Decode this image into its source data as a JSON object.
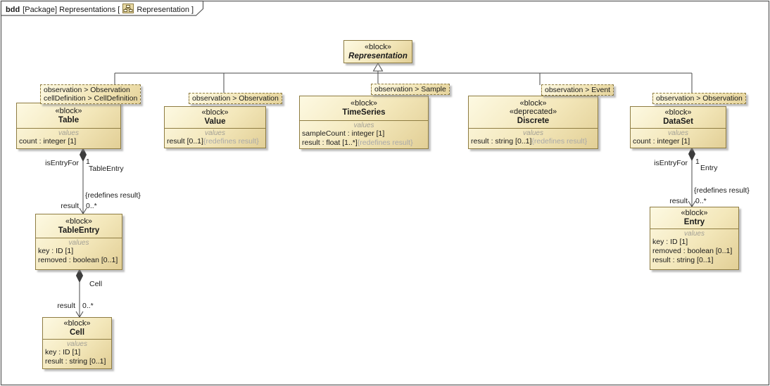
{
  "colors": {
    "block_fill_light": "#fdf9e2",
    "block_fill_dark": "#e2cf96",
    "block_border": "#8e7c42",
    "line": "#4a4a4a",
    "gray_text": "#a9a9a9",
    "frame_border": "#5a5a5a"
  },
  "header": {
    "keyword": "bdd",
    "context": "[Package] Representations [",
    "diagram_name": "Representation",
    "close_bracket": "]"
  },
  "blocks": {
    "representation": {
      "stereotype": "«block»",
      "name": "Representation"
    },
    "table": {
      "tags": [
        "observation > Observation",
        "cellDefinition > CellDefinition"
      ],
      "stereotype": "«block»",
      "name": "Table",
      "values_title": "values",
      "attrs": [
        {
          "text": "count : integer [1]",
          "suffix": ""
        }
      ]
    },
    "value": {
      "tags": [
        "observation > Observation"
      ],
      "stereotype": "«block»",
      "name": "Value",
      "values_title": "values",
      "attrs": [
        {
          "text": "result [0..1]",
          "suffix": "{redefines result}"
        }
      ]
    },
    "timeseries": {
      "tags": [
        "observation > Sample"
      ],
      "stereotype": "«block»",
      "name": "TimeSeries",
      "values_title": "values",
      "attrs": [
        {
          "text": "sampleCount : integer [1]",
          "suffix": ""
        },
        {
          "text": "result : float [1..*]",
          "suffix": "{redefines result}"
        }
      ]
    },
    "discrete": {
      "tags": [
        "observation > Event"
      ],
      "stereotype": "«block»",
      "stereotype2": "«deprecated»",
      "name": "Discrete",
      "values_title": "values",
      "attrs": [
        {
          "text": "result : string [0..1]",
          "suffix": "{redefines result}"
        }
      ]
    },
    "dataset": {
      "tags": [
        "observation > Observation"
      ],
      "stereotype": "«block»",
      "name": "DataSet",
      "values_title": "values",
      "attrs": [
        {
          "text": "count : integer [1]",
          "suffix": ""
        }
      ]
    },
    "tableentry": {
      "stereotype": "«block»",
      "name": "TableEntry",
      "values_title": "values",
      "attrs": [
        {
          "text": "key : ID [1]",
          "suffix": ""
        },
        {
          "text": "removed : boolean [0..1]",
          "suffix": ""
        }
      ]
    },
    "cell": {
      "stereotype": "«block»",
      "name": "Cell",
      "values_title": "values",
      "attrs": [
        {
          "text": "key : ID [1]",
          "suffix": ""
        },
        {
          "text": "result : string [0..1]",
          "suffix": ""
        }
      ]
    },
    "entry": {
      "stereotype": "«block»",
      "name": "Entry",
      "values_title": "values",
      "attrs": [
        {
          "text": "key : ID [1]",
          "suffix": ""
        },
        {
          "text": "removed : boolean [0..1]",
          "suffix": ""
        },
        {
          "text": "result : string [0..1]",
          "suffix": ""
        }
      ]
    }
  },
  "associations": {
    "table_tableentry": {
      "role_source": "isEntryFor",
      "mult_source": "1",
      "name": "TableEntry",
      "constraint": "{redefines result}",
      "role_target": "result",
      "mult_target": "0..*"
    },
    "tableentry_cell": {
      "name": "Cell",
      "role_target": "result",
      "mult_target": "0..*"
    },
    "dataset_entry": {
      "role_source": "isEntryFor",
      "mult_source": "1",
      "name": "Entry",
      "constraint": "{redefines result}",
      "role_target": "result",
      "mult_target": "0..*"
    }
  }
}
